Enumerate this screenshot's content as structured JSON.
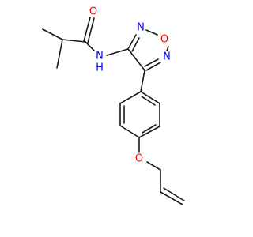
{
  "colors": {
    "bond": "#1a1a1a",
    "nitrogen": "#0000ff",
    "oxygen": "#ff0000",
    "background": "#ffffff"
  },
  "atoms": {
    "o_carbonyl": "O",
    "n_amide": "N",
    "h_amide": "H",
    "n_ring_top": "N",
    "o_ring": "O",
    "n_ring_right": "N",
    "o_ether": "O"
  }
}
